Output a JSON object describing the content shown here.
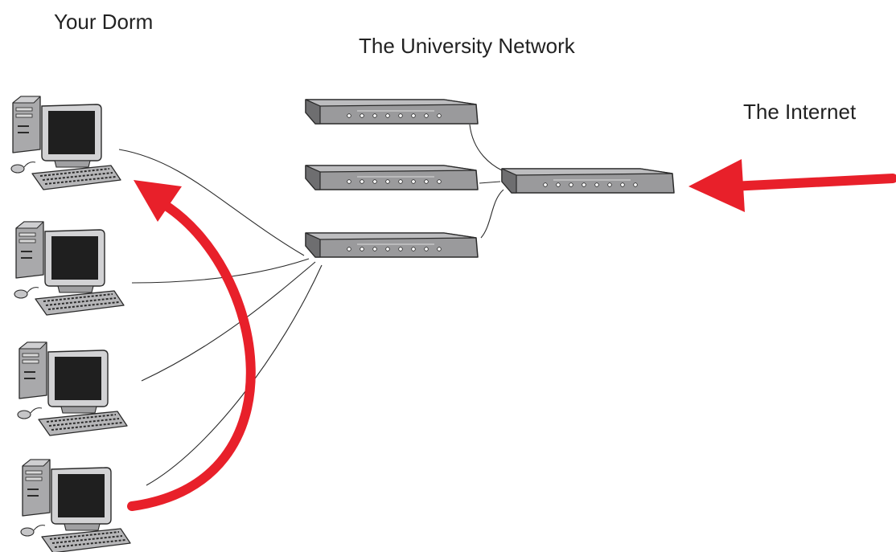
{
  "labels": {
    "dorm": "Your Dorm",
    "university": "The University Network",
    "internet": "The Internet"
  },
  "devices": {
    "computers": [
      "computer",
      "computer",
      "computer",
      "computer"
    ],
    "switches": [
      "switch",
      "switch",
      "switch",
      "switch"
    ]
  },
  "icons": {
    "computer": "desktop-computer-icon",
    "switch": "network-switch-icon",
    "arrow": "arrow-icon"
  },
  "colors": {
    "arrow": "#e8202a",
    "device_gray": "#8c8c8e",
    "screen": "#1f1f1f",
    "outline": "#2a2a2a"
  }
}
